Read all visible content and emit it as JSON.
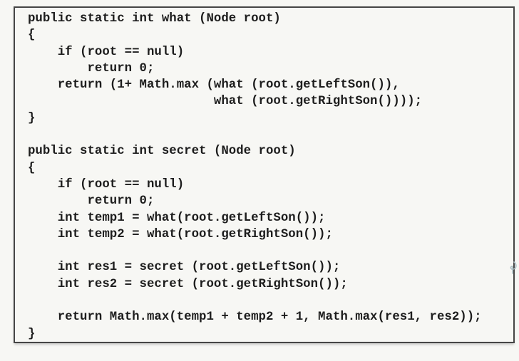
{
  "colors": {
    "background": "#f7f7f4",
    "border": "#454545",
    "text": "#1d1d1d",
    "artifact": "#a9bcc2"
  },
  "code": {
    "lines": [
      "public static int what (Node root)",
      "{",
      "    if (root == null)",
      "        return 0;",
      "    return (1+ Math.max (what (root.getLeftSon()),",
      "                         what (root.getRightSon())));",
      "}",
      "",
      "public static int secret (Node root)",
      "{",
      "    if (root == null)",
      "        return 0;",
      "    int temp1 = what(root.getLeftSon());",
      "    int temp2 = what(root.getRightSon());",
      "",
      "    int res1 = secret (root.getLeftSon());",
      "    int res2 = secret (root.getRightSon());",
      "",
      "    return Math.max(temp1 + temp2 + 1, Math.max(res1, res2));",
      "}"
    ]
  }
}
